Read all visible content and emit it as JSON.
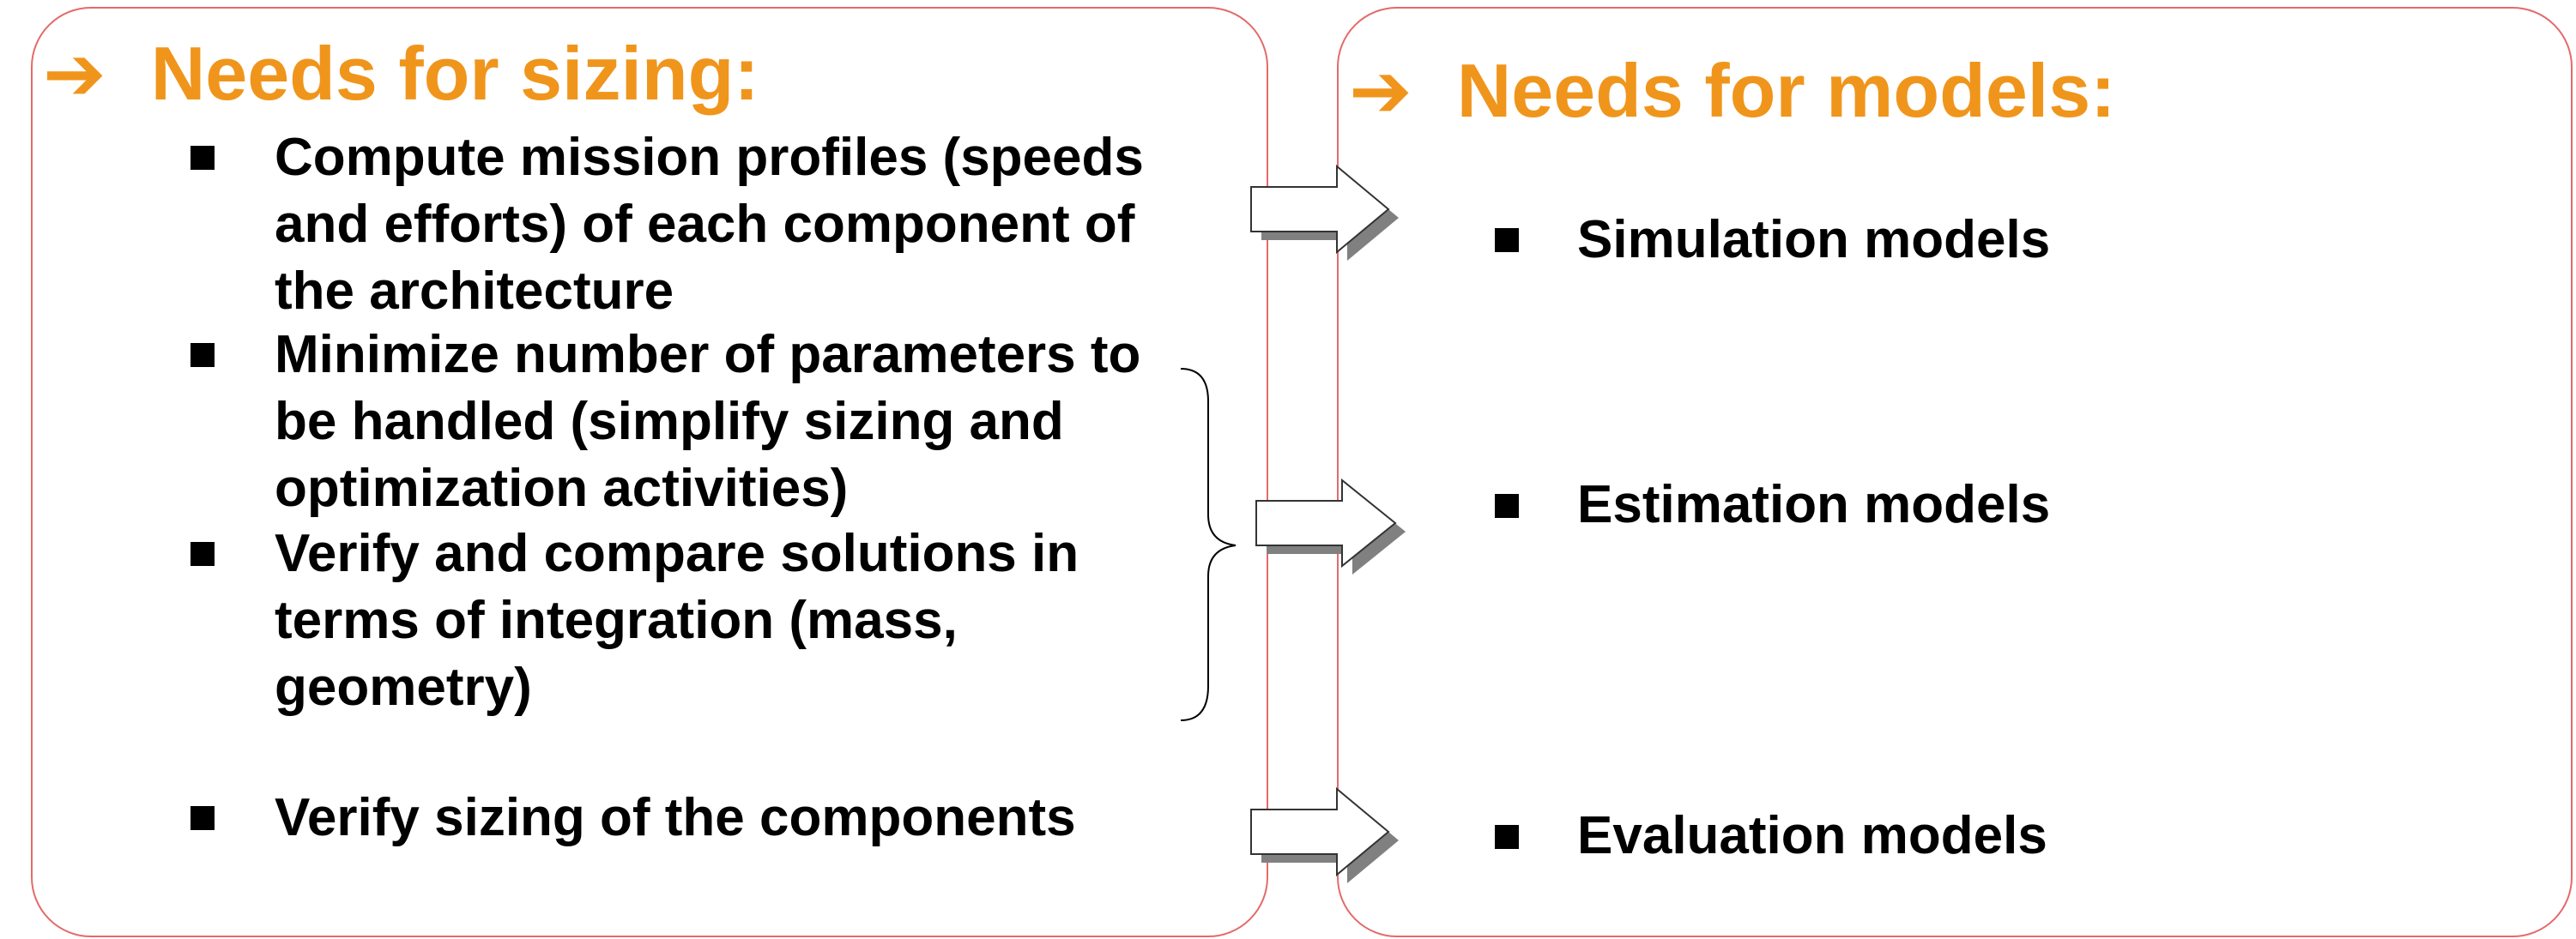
{
  "left_panel": {
    "heading": "Needs for sizing:",
    "items": [
      {
        "lines": [
          "Compute mission profiles (speeds",
          "and efforts) of each component of",
          "the architecture"
        ]
      },
      {
        "lines": [
          "Minimize number of parameters to",
          "be handled (simplify sizing and",
          "optimization activities)"
        ]
      },
      {
        "lines": [
          "Verify and compare solutions in",
          "terms of integration (mass,",
          "geometry)"
        ]
      },
      {
        "lines": [
          "Verify sizing of the components"
        ]
      }
    ]
  },
  "right_panel": {
    "heading": "Needs for models:",
    "items": [
      {
        "label": "Simulation models"
      },
      {
        "label": "Estimation models"
      },
      {
        "label": "Evaluation models"
      }
    ]
  },
  "colors": {
    "heading": "#f0951c",
    "panel_border": "#e46a6a",
    "text": "#000000",
    "arrow_fill": "#ffffff",
    "arrow_shadow": "#808080"
  },
  "icons": {
    "heading_arrow": "right-arrow-icon",
    "bullet": "square-bullet-icon",
    "connector": "block-arrow-icon",
    "grouping": "curly-brace-icon"
  }
}
